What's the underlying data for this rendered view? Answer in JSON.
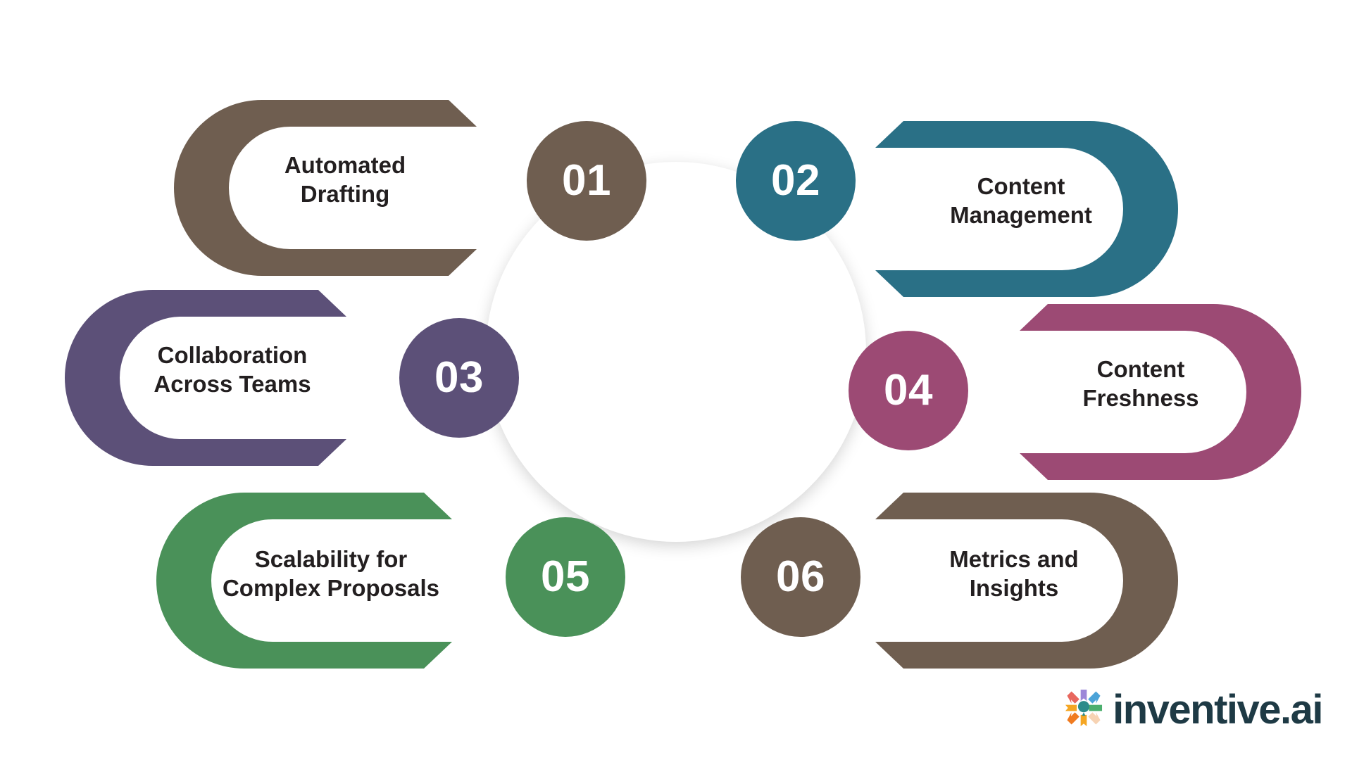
{
  "diagram": {
    "type": "circular-process-infographic",
    "center": {
      "shape": "ring",
      "label": ""
    },
    "items": [
      {
        "number": "01",
        "label": "Automated\nDrafting",
        "color": "#6F5E50",
        "side": "left",
        "row": 1
      },
      {
        "number": "02",
        "label": "Content\nManagement",
        "color": "#2A7086",
        "side": "right",
        "row": 1
      },
      {
        "number": "03",
        "label": "Collaboration\nAcross Teams",
        "color": "#5C5078",
        "side": "left",
        "row": 2
      },
      {
        "number": "04",
        "label": "Content\nFreshness",
        "color": "#9C4A74",
        "side": "right",
        "row": 2
      },
      {
        "number": "05",
        "label": "Scalability for\nComplex Proposals",
        "color": "#4A9159",
        "side": "left",
        "row": 3
      },
      {
        "number": "06",
        "label": "Metrics and\nInsights",
        "color": "#6F5E50",
        "side": "right",
        "row": 3
      }
    ]
  },
  "logo": {
    "word": "inventive.ai",
    "word_color": "#1e3a45",
    "mark_colors": [
      "#E8675E",
      "#9B86D8",
      "#4BA3D8",
      "#F5A623",
      "#2D8B8B",
      "#4CAF6E",
      "#F07B20",
      "#F5A623",
      "#F7D3B3"
    ]
  },
  "background": "#FFFFFF"
}
